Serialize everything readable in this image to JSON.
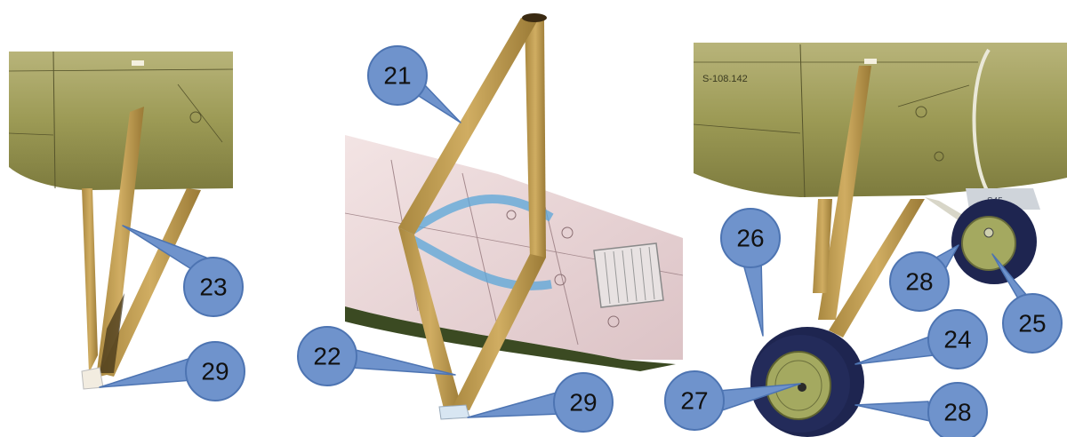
{
  "illustration": {
    "panels": [
      {
        "name": "strut-assembly-left",
        "content": "khaki fuselage section with V strut"
      },
      {
        "name": "strut-assembly-middle",
        "content": "pink underside of wing with frame strut"
      },
      {
        "name": "landing-gear-right",
        "content": "khaki fuselage with landing gear wheels"
      }
    ],
    "fuselage_serial": "S-108.142",
    "gear_marking": "S45",
    "callouts": [
      "21",
      "22",
      "23",
      "29",
      "29",
      "26",
      "28",
      "25",
      "24",
      "27",
      "28"
    ]
  },
  "colors": {
    "callout_fill": "#6f93cc",
    "callout_stroke": "#4d74b2",
    "fuselage_khaki": "#9c9a55",
    "strut_tan": "#c7a45a",
    "wing_pink": "#efdcdc",
    "tire_navy": "#1e2550"
  }
}
